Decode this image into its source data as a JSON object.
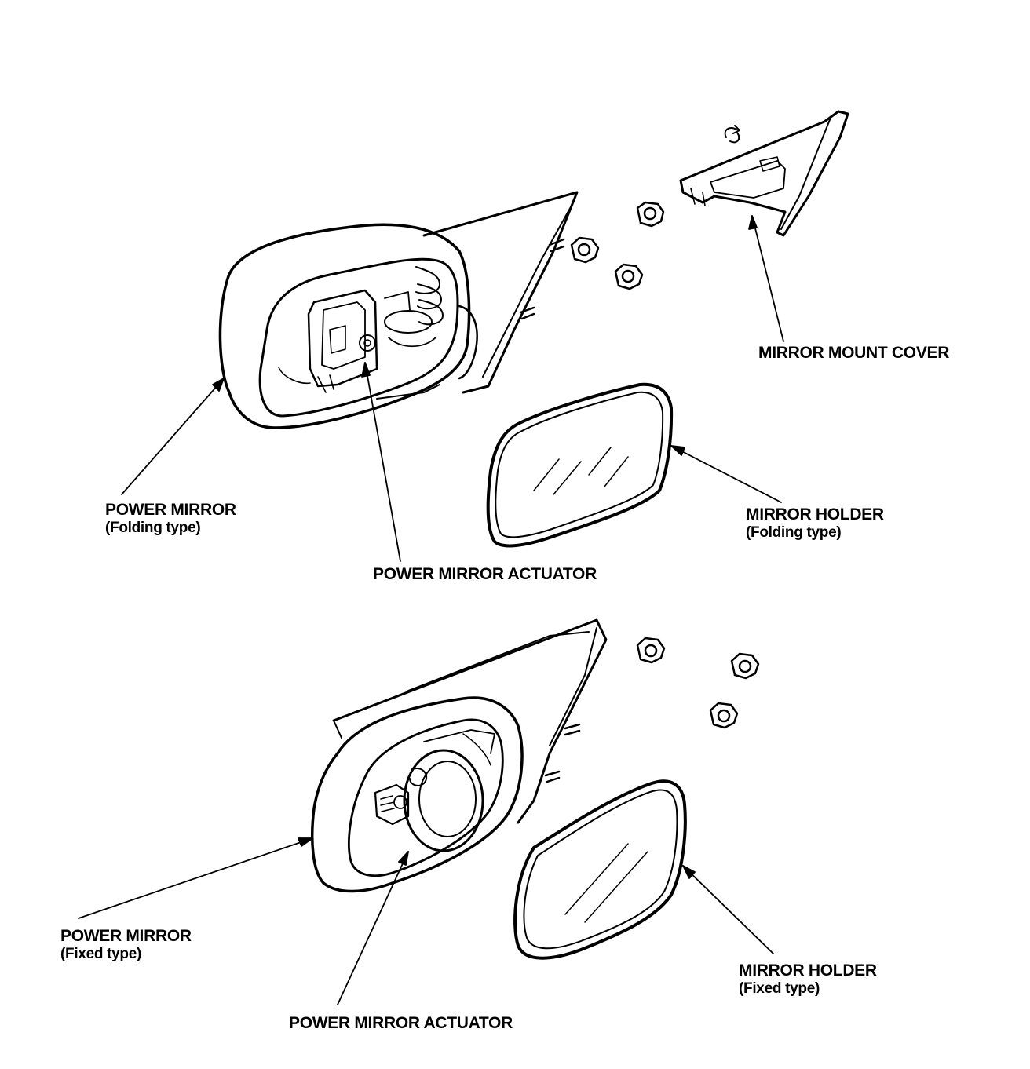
{
  "labels": {
    "mirror_mount_cover": "MIRROR MOUNT COVER",
    "power_mirror_folding": {
      "title": "POWER MIRROR",
      "type": "(Folding type)"
    },
    "power_mirror_actuator_top": "POWER MIRROR ACTUATOR",
    "mirror_holder_folding": {
      "title": "MIRROR HOLDER",
      "type": "(Folding type)"
    },
    "power_mirror_fixed": {
      "title": "POWER MIRROR",
      "type": "(Fixed type)"
    },
    "power_mirror_actuator_bottom": "POWER MIRROR ACTUATOR",
    "mirror_holder_fixed": {
      "title": "MIRROR HOLDER",
      "type": "(Fixed type)"
    }
  },
  "colors": {
    "ink": "#000000",
    "paper": "#ffffff"
  }
}
